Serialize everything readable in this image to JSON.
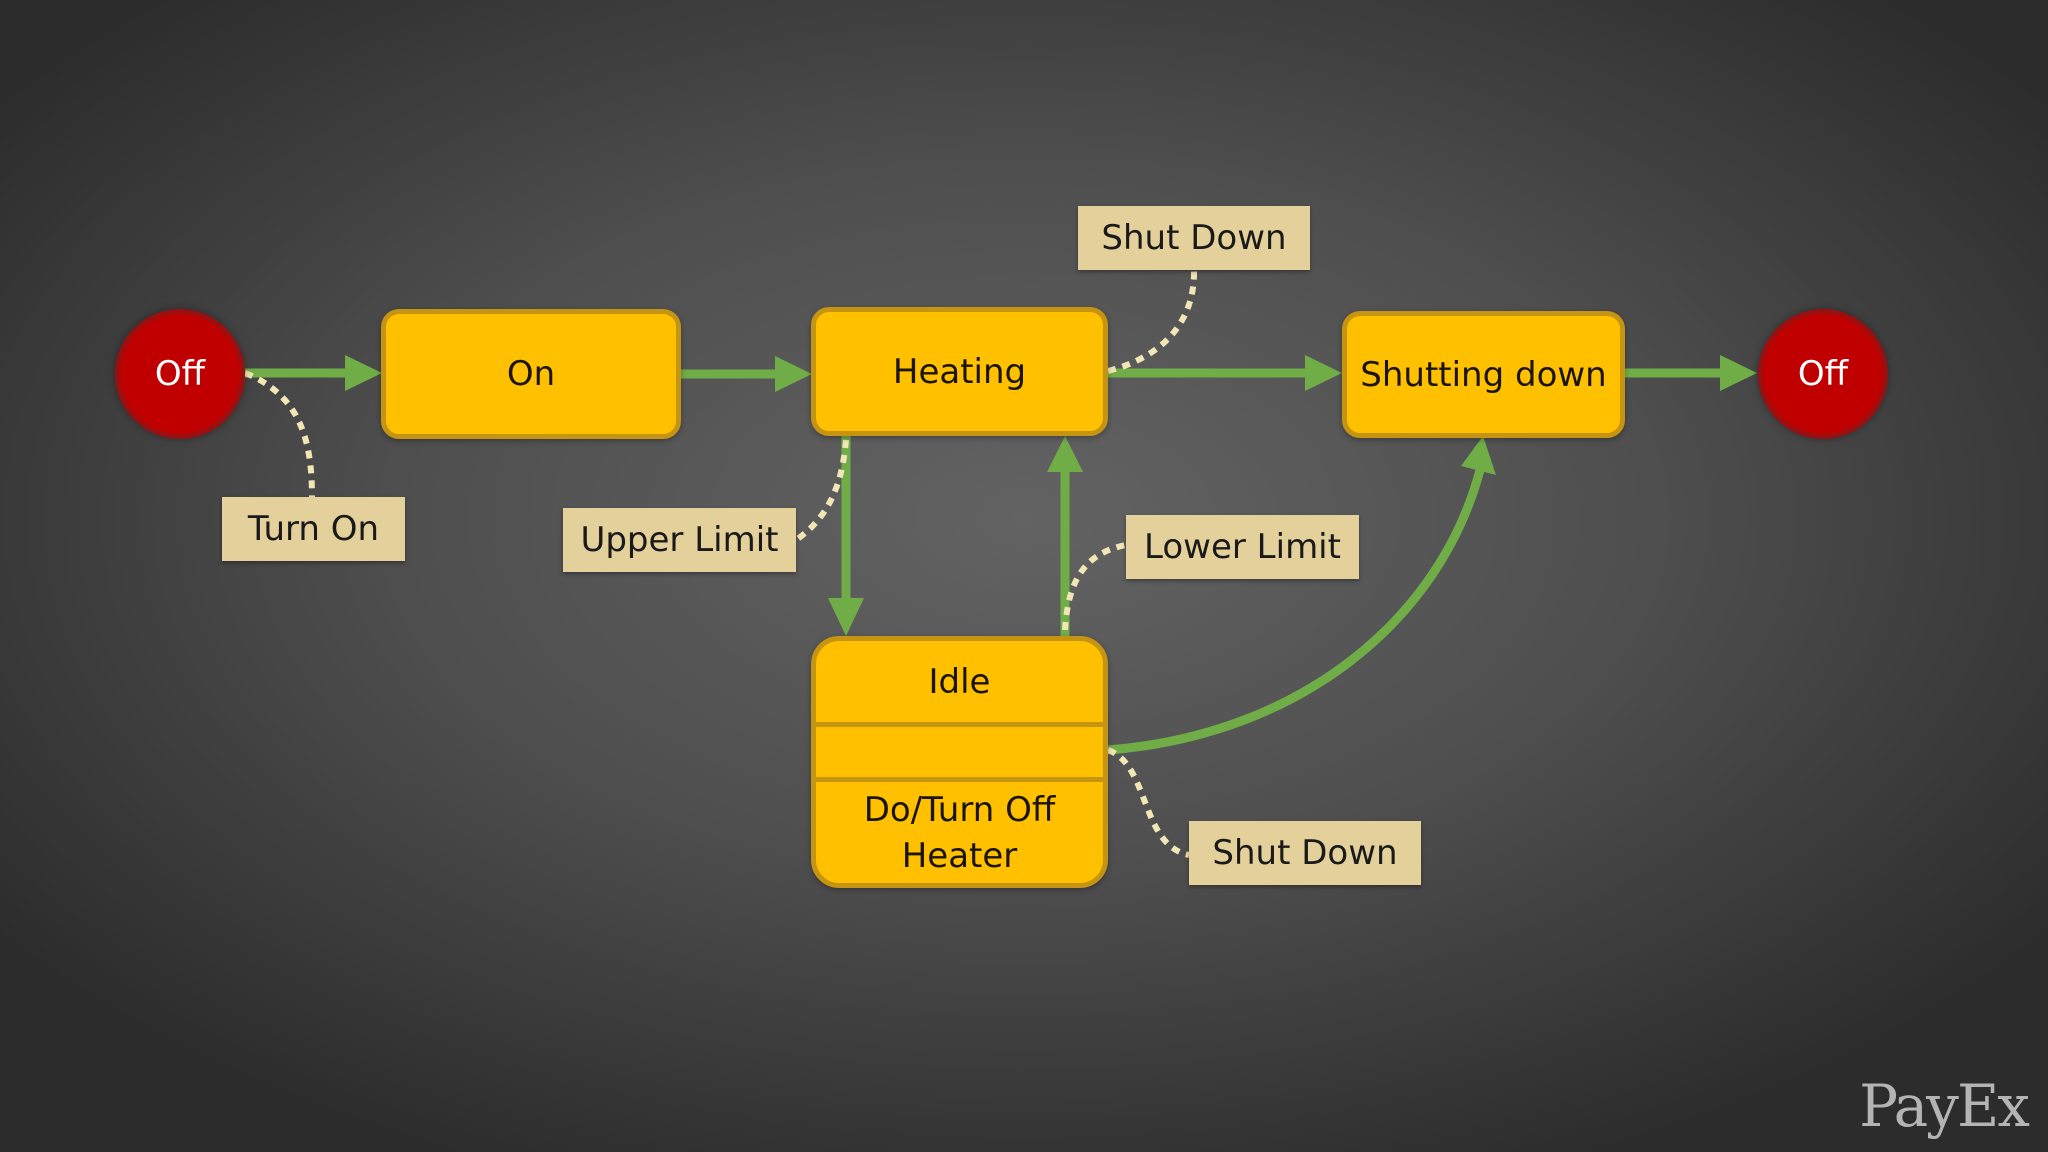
{
  "states": {
    "off_start": "Off",
    "on": "On",
    "heating": "Heating",
    "shutting_down": "Shutting down",
    "off_end": "Off",
    "idle": {
      "name": "Idle",
      "activity_line1": "Do/Turn Off",
      "activity_line2": "Heater"
    }
  },
  "events": {
    "turn_on": "Turn On",
    "upper_limit": "Upper Limit",
    "lower_limit": "Lower Limit",
    "shut_down_from_heating": "Shut Down",
    "shut_down_from_idle": "Shut Down"
  },
  "colors": {
    "terminal_fill": "#c00000",
    "state_fill": "#ffc000",
    "state_border": "#c49412",
    "transition": "#70ad47",
    "event_note_fill": "#e3d09b",
    "note_connector": "#f2e6b6"
  },
  "branding": {
    "logo": "PayEx"
  }
}
